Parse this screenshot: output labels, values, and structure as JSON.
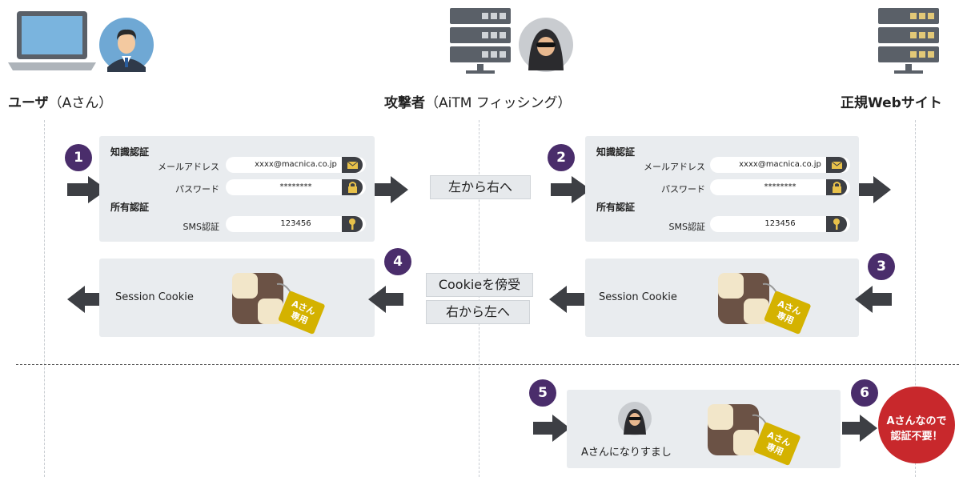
{
  "actors": {
    "user": {
      "name": "ユーザ",
      "paren": "（Aさん）"
    },
    "attacker": {
      "name": "攻撃者",
      "paren": "（AiTM フィッシング）"
    },
    "site": {
      "name": "正規Webサイト"
    }
  },
  "steps": {
    "s1": "1",
    "s2": "2",
    "s3": "3",
    "s4": "4",
    "s5": "5",
    "s6": "6"
  },
  "auth_form": {
    "knowledge_title": "知識認証",
    "email_label": "メールアドレス",
    "email_value": "xxxx@macnica.co.jp",
    "password_label": "パスワード",
    "password_value": "********",
    "possession_title": "所有認証",
    "sms_label": "SMS認証",
    "sms_value": "123456"
  },
  "flow_labels": {
    "left_to_right": "左から右へ",
    "steal_cookie": "Cookieを傍受",
    "right_to_left": "右から左へ"
  },
  "session_cookie_label": "Session Cookie",
  "cookie_tag": {
    "line1": "Aさん",
    "line2": "専用"
  },
  "impersonation_label": "Aさんになりすまし",
  "result_badge": {
    "line1": "Aさんなので",
    "line2": "認証不要！"
  },
  "colors": {
    "step_purple": "#4a2d6b",
    "arrow_dark": "#3d3f44",
    "panel_bg": "#e9ecef",
    "badge_red": "#c8282c",
    "tag_yellow": "#d4b200"
  },
  "icons": [
    "laptop-icon",
    "user-avatar-icon",
    "server-icon",
    "hacker-avatar-icon",
    "mail-icon",
    "lock-icon",
    "key-icon",
    "cookie-icon"
  ]
}
